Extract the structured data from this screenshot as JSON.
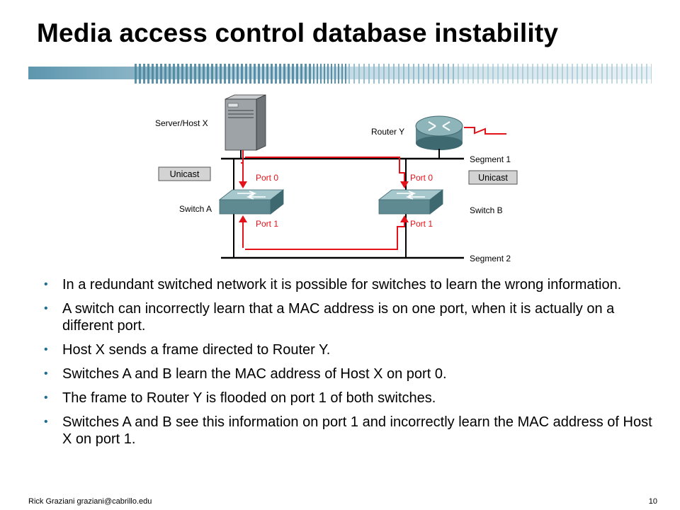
{
  "slide": {
    "title": "Media access control database instability",
    "footer": "Rick Graziani  graziani@cabrillo.edu",
    "page_number": "10"
  },
  "diagram": {
    "server_label": "Server/Host X",
    "router_label": "Router Y",
    "segment1_label": "Segment 1",
    "segment2_label": "Segment 2",
    "switch_a_label": "Switch A",
    "switch_b_label": "Switch B",
    "unicast_left": "Unicast",
    "unicast_right": "Unicast",
    "port0_a": "Port 0",
    "port1_a": "Port 1",
    "port0_b": "Port 0",
    "port1_b": "Port 1",
    "colors": {
      "arrow": "#e4121a",
      "stripe": "#6aa3bd",
      "bullet": "#1c6f93"
    }
  },
  "bullets": [
    "In a redundant switched network it is possible for switches to learn the wrong information.",
    "A switch can incorrectly learn that a MAC address is on one port, when it is actually on a different port.",
    "Host X sends a frame directed to Router Y.",
    "Switches A and B learn the MAC address of Host X on port 0.",
    "The frame to Router Y is flooded on port 1 of both switches.",
    "Switches A and B see this information on port 1 and incorrectly learn the MAC address of Host X on port 1."
  ]
}
